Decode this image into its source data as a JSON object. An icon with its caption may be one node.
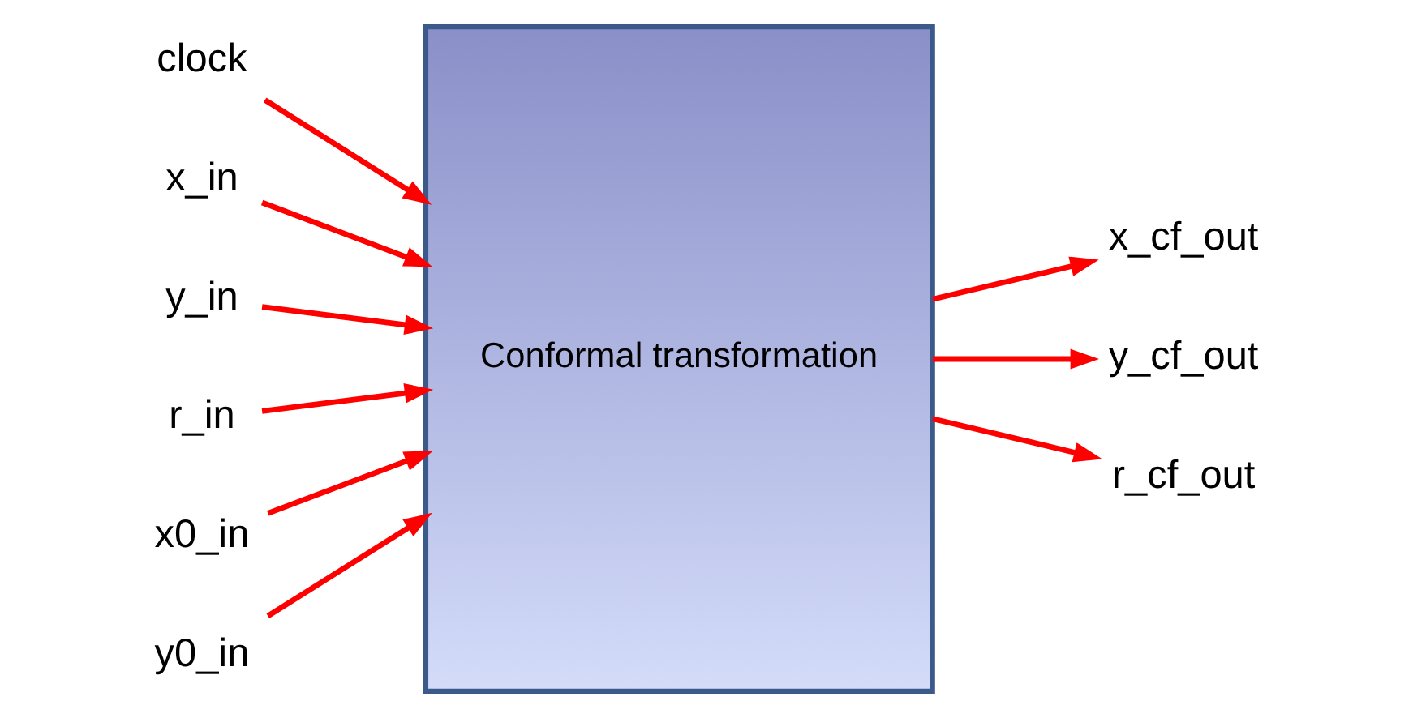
{
  "diagram": {
    "nodes": [
      {
        "text": [
          "clock"
        ]
      },
      {
        "text": [
          "x_in"
        ]
      },
      {
        "text": [
          "y_in"
        ]
      },
      {
        "text": [
          "r_in"
        ]
      },
      {
        "text": [
          "x0_in"
        ]
      },
      {
        "text": [
          "y0_in"
        ]
      },
      {
        "text": [
          "Conformal transformation"
        ]
      },
      {
        "text": [
          "x_cf_out"
        ]
      },
      {
        "text": [
          "y_cf_out"
        ]
      },
      {
        "text": [
          "r_cf_out"
        ]
      }
    ],
    "edges": [
      {
        "from": 0,
        "to": 6,
        "arrow": "to"
      },
      {
        "from": 1,
        "to": 6,
        "arrow": "to"
      },
      {
        "from": 2,
        "to": 6,
        "arrow": "to"
      },
      {
        "from": 3,
        "to": 6,
        "arrow": "to"
      },
      {
        "from": 4,
        "to": 6,
        "arrow": "to"
      },
      {
        "from": 5,
        "to": 6,
        "arrow": "to"
      },
      {
        "from": 6,
        "to": 7,
        "arrow": "to"
      },
      {
        "from": 6,
        "to": 8,
        "arrow": "to"
      },
      {
        "from": 6,
        "to": 9,
        "arrow": "to"
      }
    ]
  }
}
